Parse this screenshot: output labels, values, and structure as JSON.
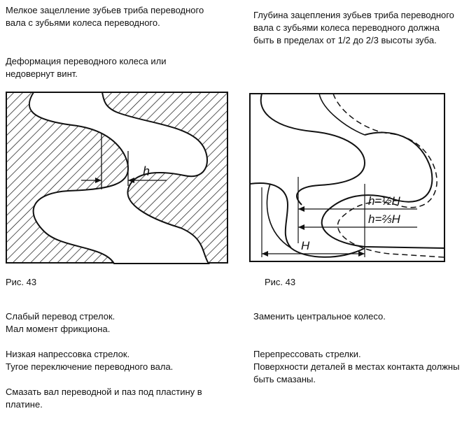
{
  "left": {
    "p1": "Мелкое зацелление зубьев триба переводного вала с зубьями колеса переводного.",
    "p2": "Деформация переводного колеса или недовернут винт.",
    "figure_label": "h",
    "caption": "Рис. 43",
    "p3a": "Слабый перевод стрелок.",
    "p3b": "Мал момент фрикциона.",
    "p4a": "Низкая напрессовка стрелок.",
    "p4b": "Тугое переключение переводного вала.",
    "p5": "Смазать вал переводной и паз под пластину в платине."
  },
  "right": {
    "p1": "Глубина зацепления зубьев триба переводного вала с зубьями колеса переводного должна быть в пределах от 1/2 до 2/3 высоты зуба.",
    "label_half": "h=½H",
    "label_two_thirds": "h=⅔H",
    "label_H": "H",
    "caption": "Рис. 43",
    "p2": "Заменить центральное колесо.",
    "p3": "Перепрессовать стрелки.",
    "p4": "Поверхности деталей в местах контакта должны быть смазаны."
  }
}
